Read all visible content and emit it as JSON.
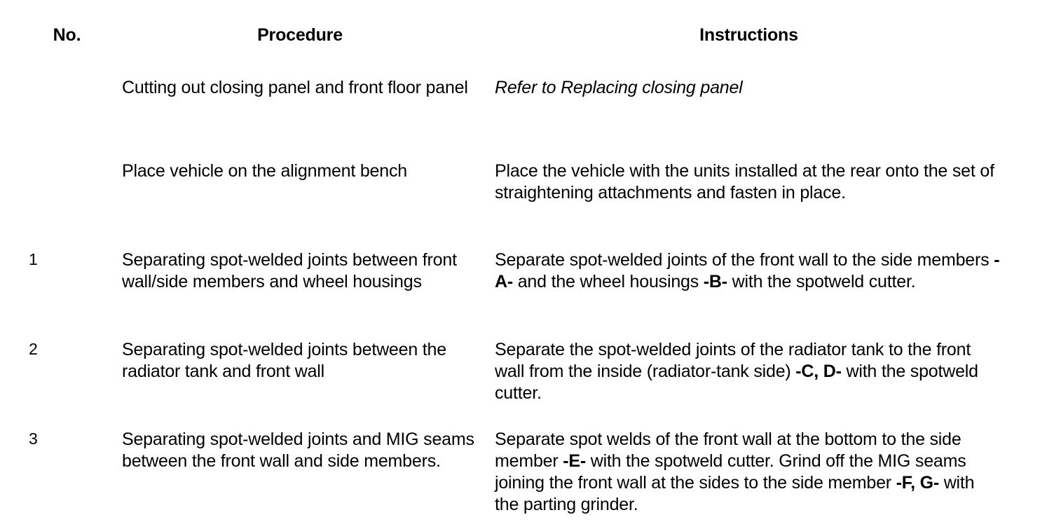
{
  "document": {
    "type": "procedure-table",
    "title": "Body repair procedure table"
  },
  "table": {
    "columns": [
      {
        "key": "no",
        "label": "No."
      },
      {
        "key": "procedure",
        "label": "Procedure"
      },
      {
        "key": "instructions",
        "label": "Instructions"
      }
    ],
    "rows": [
      {
        "no": "",
        "procedure": "Cutting out closing panel and front floor panel",
        "instructions_parts": [
          {
            "text": "Refer to Replacing closing panel",
            "style": "italic"
          }
        ]
      },
      {
        "no": "",
        "procedure": "Place vehicle on the alignment bench",
        "instructions_parts": [
          {
            "text": "Place the vehicle with the units installed at the rear onto the set of straightening attachments and fasten in place.",
            "style": "normal"
          }
        ]
      },
      {
        "no": "1",
        "procedure": "Separating spot-welded joints between front wall/side members and wheel housings",
        "instructions_parts": [
          {
            "text": "Separate spot-welded joints of the front wall to the side members ",
            "style": "normal"
          },
          {
            "text": "-A-",
            "style": "bold"
          },
          {
            "text": " and the wheel housings ",
            "style": "normal"
          },
          {
            "text": "-B-",
            "style": "bold"
          },
          {
            "text": " with the spotweld cutter.",
            "style": "normal"
          }
        ]
      },
      {
        "no": "2",
        "procedure": "Separating spot-welded joints between the radiator tank and front wall",
        "instructions_parts": [
          {
            "text": "Separate the spot-welded joints of the radiator tank to the front wall from the inside (radiator-tank side) ",
            "style": "normal"
          },
          {
            "text": "-C, D-",
            "style": "bold"
          },
          {
            "text": " with the spotweld cutter.",
            "style": "normal"
          }
        ]
      },
      {
        "no": "3",
        "procedure": "Separating spot-welded joints and MIG seams between the front wall and side members.",
        "instructions_parts": [
          {
            "text": "Separate spot welds of the front wall at the bottom to the side member ",
            "style": "normal"
          },
          {
            "text": "-E-",
            "style": "bold"
          },
          {
            "text": " with the spotweld cutter. Grind off the MIG seams joining the front wall at the sides to the side member ",
            "style": "normal"
          },
          {
            "text": "-F, G-",
            "style": "bold"
          },
          {
            "text": " with the parting grinder.",
            "style": "normal"
          }
        ]
      }
    ]
  },
  "colors": {
    "rule": "#000000",
    "text": "#000000",
    "background": "#ffffff"
  }
}
